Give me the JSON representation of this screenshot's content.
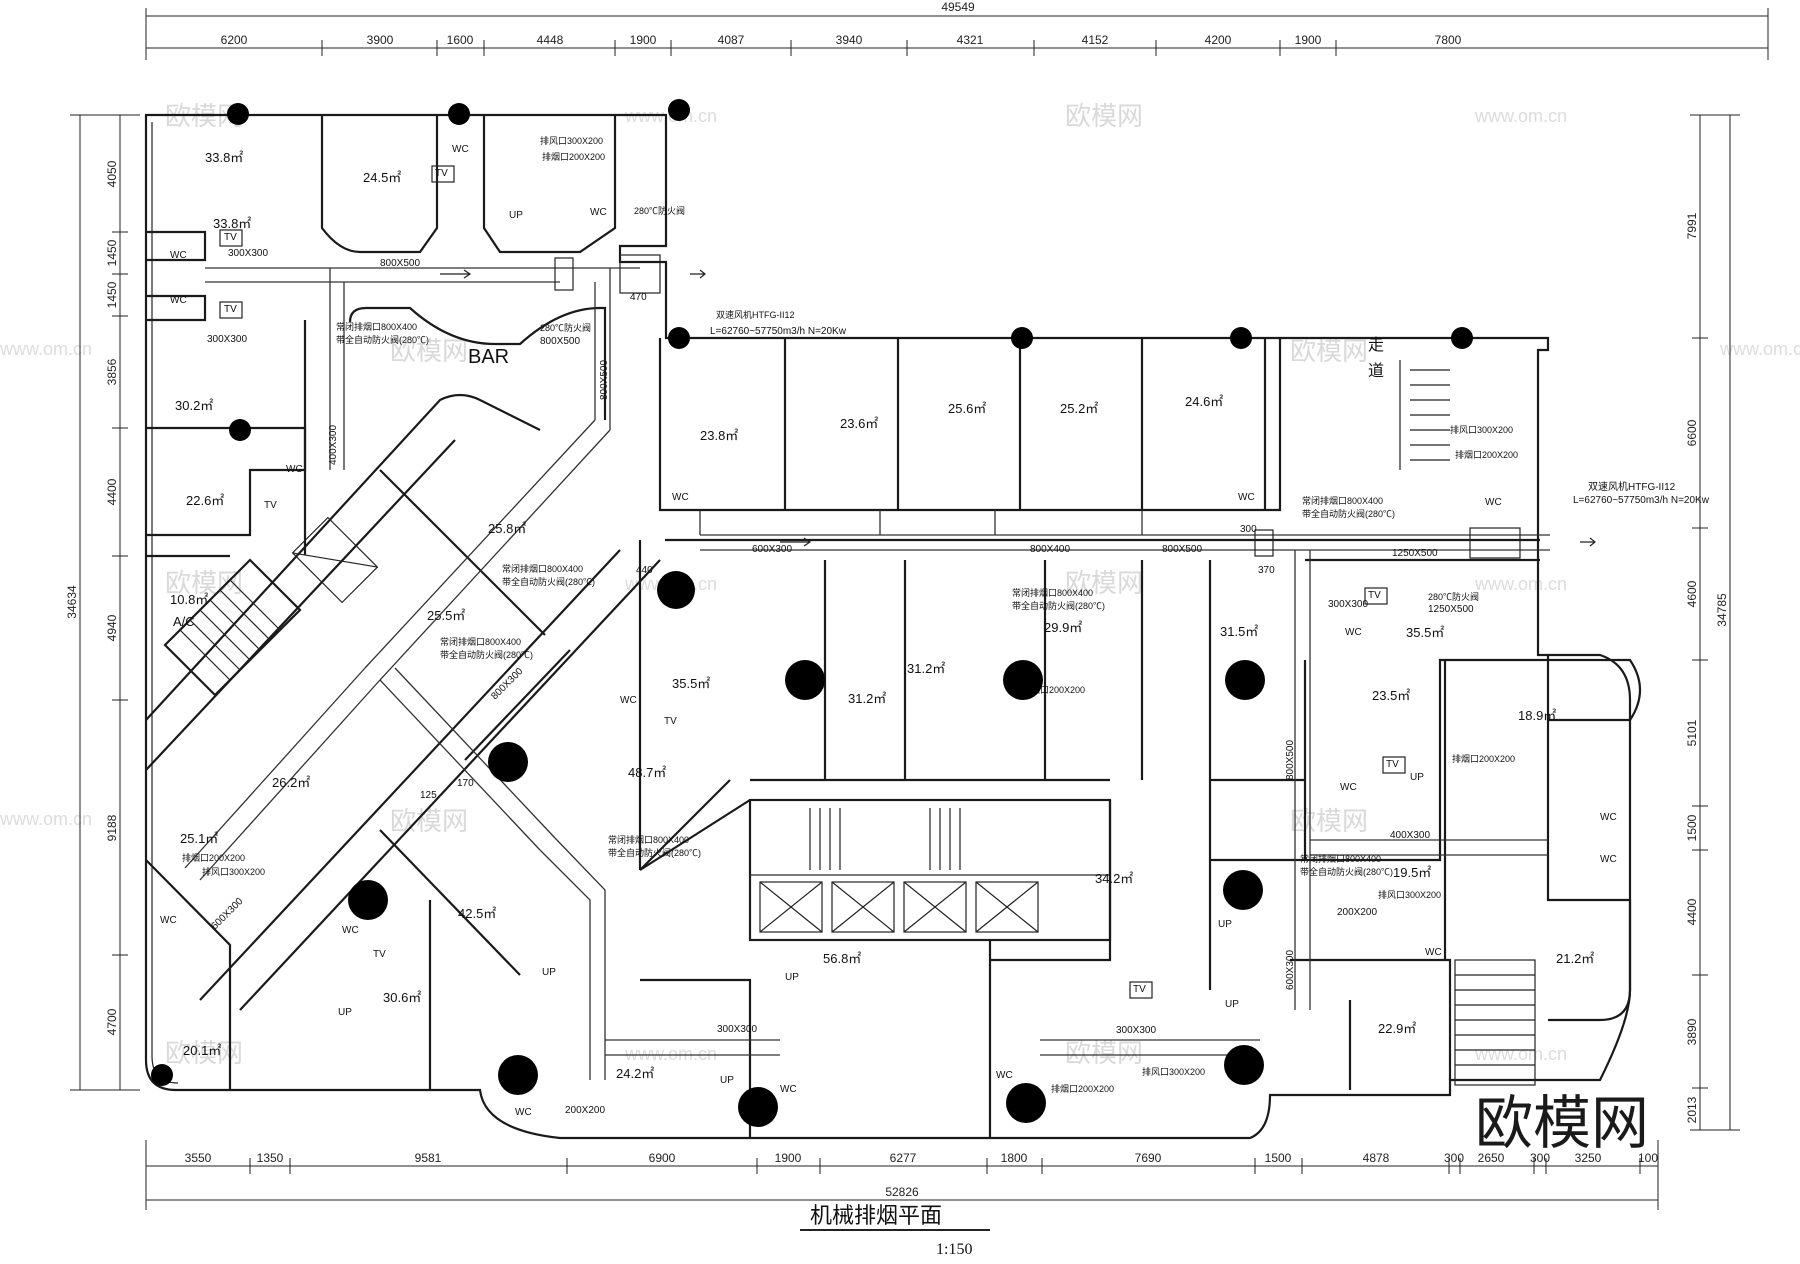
{
  "drawing": {
    "title": "机械排烟平面",
    "scale": "1:150",
    "logo_text": "欧模网",
    "watermark_text": "欧模网",
    "watermark_url": "www.om.cn"
  },
  "dimensions": {
    "top_total": "49549",
    "top": [
      "6200",
      "3900",
      "1600",
      "4448",
      "1900",
      "4087",
      "3940",
      "4321",
      "4152",
      "4200",
      "1900",
      "7800"
    ],
    "bottom_total": "52826",
    "bottom": [
      "3550",
      "1350",
      "9581",
      "6900",
      "1900",
      "6277",
      "1800",
      "7690",
      "1500",
      "4878",
      "300",
      "2650",
      "300",
      "3250",
      "100"
    ],
    "left_total": "34634",
    "left": [
      "4050",
      "1450",
      "1450",
      "3856",
      "4400",
      "4940",
      "9188",
      "4700"
    ],
    "right_total": "34785",
    "right": [
      "7991",
      "6600",
      "4600",
      "5101",
      "1500",
      "4400",
      "3890",
      "2013"
    ]
  },
  "rooms": [
    {
      "id": "r1",
      "label": "33.8㎡"
    },
    {
      "id": "r2",
      "label": "24.5㎡"
    },
    {
      "id": "r3",
      "label": "33.8㎡"
    },
    {
      "id": "r4",
      "label": "30.2㎡"
    },
    {
      "id": "r5",
      "label": "22.6㎡"
    },
    {
      "id": "r6",
      "label": "10.8㎡"
    },
    {
      "id": "r7",
      "label": "A/C"
    },
    {
      "id": "r8",
      "label": "BAR"
    },
    {
      "id": "r9",
      "label": "25.8㎡"
    },
    {
      "id": "r10",
      "label": "25.5㎡"
    },
    {
      "id": "r11",
      "label": "26.2㎡"
    },
    {
      "id": "r12",
      "label": "25.1㎡"
    },
    {
      "id": "r13",
      "label": "42.5㎡"
    },
    {
      "id": "r14",
      "label": "30.6㎡"
    },
    {
      "id": "r15",
      "label": "20.1㎡"
    },
    {
      "id": "r16",
      "label": "48.7㎡"
    },
    {
      "id": "r17",
      "label": "35.5㎡"
    },
    {
      "id": "r18",
      "label": "24.2㎡"
    },
    {
      "id": "r19",
      "label": "56.8㎡"
    },
    {
      "id": "r20",
      "label": "23.8㎡"
    },
    {
      "id": "r21",
      "label": "23.6㎡"
    },
    {
      "id": "r22",
      "label": "25.6㎡"
    },
    {
      "id": "r23",
      "label": "25.2㎡"
    },
    {
      "id": "r24",
      "label": "24.6㎡"
    },
    {
      "id": "r25",
      "label": "31.2㎡"
    },
    {
      "id": "r26",
      "label": "31.2㎡"
    },
    {
      "id": "r27",
      "label": "29.9㎡"
    },
    {
      "id": "r28",
      "label": "31.5㎡"
    },
    {
      "id": "r29",
      "label": "34.2㎡"
    },
    {
      "id": "r30",
      "label": "35.5㎡"
    },
    {
      "id": "r31",
      "label": "23.5㎡"
    },
    {
      "id": "r32",
      "label": "18.9㎡"
    },
    {
      "id": "r33",
      "label": "19.5㎡"
    },
    {
      "id": "r34",
      "label": "21.2㎡"
    },
    {
      "id": "r35",
      "label": "22.9㎡"
    },
    {
      "id": "r36",
      "label": "走"
    },
    {
      "id": "r37",
      "label": "道"
    }
  ],
  "duct_labels": [
    {
      "id": "d1",
      "text": "800X500"
    },
    {
      "id": "d2",
      "text": "800X500"
    },
    {
      "id": "d3",
      "text": "800X500"
    },
    {
      "id": "d4",
      "text": "600X300"
    },
    {
      "id": "d5",
      "text": "800X400"
    },
    {
      "id": "d6",
      "text": "800X500"
    },
    {
      "id": "d7",
      "text": "1250X500"
    },
    {
      "id": "d8",
      "text": "1250X500"
    },
    {
      "id": "d9",
      "text": "300X300"
    },
    {
      "id": "d10",
      "text": "300X300"
    },
    {
      "id": "d11",
      "text": "300X300"
    },
    {
      "id": "d12",
      "text": "400X300"
    },
    {
      "id": "d13",
      "text": "800X300"
    },
    {
      "id": "d14",
      "text": "600X300"
    },
    {
      "id": "d15",
      "text": "300X300"
    },
    {
      "id": "d16",
      "text": "200X200"
    },
    {
      "id": "d17",
      "text": "300X300"
    },
    {
      "id": "d18",
      "text": "400X300"
    },
    {
      "id": "d19",
      "text": "800X500"
    },
    {
      "id": "d20",
      "text": "600X300"
    },
    {
      "id": "d21",
      "text": "200X200"
    },
    {
      "id": "d22",
      "text": "470"
    },
    {
      "id": "d23",
      "text": "440"
    },
    {
      "id": "d24",
      "text": "300"
    },
    {
      "id": "d25",
      "text": "370"
    },
    {
      "id": "d26",
      "text": "125"
    },
    {
      "id": "d27",
      "text": "170"
    }
  ],
  "fan_notes": [
    {
      "id": "f1",
      "line1": "双速风机HTFG-II12",
      "line2": "L=62760~57750m3/h  N=20Kw"
    },
    {
      "id": "f2",
      "line1": "双速风机HTFG-II12",
      "line2": "L=62760~57750m3/h  N=20Kw"
    }
  ],
  "damper_notes": [
    {
      "id": "n1",
      "text": "280℃防火阀"
    },
    {
      "id": "n2",
      "text": "280℃防火阀"
    },
    {
      "id": "n3",
      "text": "280℃防火阀"
    },
    {
      "id": "n4",
      "text": "常闭排烟口800X400"
    },
    {
      "id": "n5",
      "text": "带全自动防火阀(280℃)"
    },
    {
      "id": "n6",
      "text": "排烟口200X200"
    },
    {
      "id": "n7",
      "text": "排风口300X200"
    }
  ],
  "fixtures": [
    {
      "id": "x1",
      "text": "WC"
    },
    {
      "id": "x2",
      "text": "TV"
    },
    {
      "id": "x3",
      "text": "UP"
    }
  ],
  "colors": {
    "line": "#1a1a1a",
    "watermark": "#d9d9d9",
    "smoke_exhaust_marker": "#000000"
  },
  "smoke_exhaust_points": [
    {
      "id": "p1"
    },
    {
      "id": "p2"
    },
    {
      "id": "p3"
    },
    {
      "id": "p4"
    },
    {
      "id": "p5"
    },
    {
      "id": "p6"
    },
    {
      "id": "p7"
    },
    {
      "id": "p8"
    },
    {
      "id": "p9"
    },
    {
      "id": "p10"
    },
    {
      "id": "p11"
    },
    {
      "id": "p12"
    },
    {
      "id": "p13"
    },
    {
      "id": "p14"
    },
    {
      "id": "p15"
    },
    {
      "id": "p16"
    },
    {
      "id": "p17"
    },
    {
      "id": "p18"
    },
    {
      "id": "p19"
    },
    {
      "id": "p20"
    },
    {
      "id": "p21"
    },
    {
      "id": "p22"
    }
  ]
}
